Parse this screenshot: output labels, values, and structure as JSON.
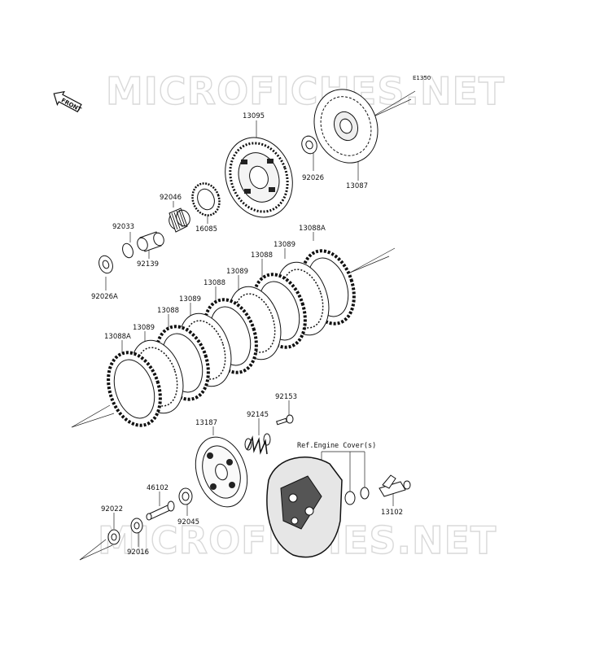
{
  "diagram": {
    "watermarks": [
      "MICROFICHES.NET",
      "MICROFICHES.NET"
    ],
    "front_label": "FRONT",
    "ref_label": "Ref.Engine Cover(s)",
    "callouts": [
      {
        "id": "e1350",
        "text": "E1350"
      },
      {
        "id": "13095",
        "text": "13095"
      },
      {
        "id": "92026",
        "text": "92026"
      },
      {
        "id": "13087",
        "text": "13087"
      },
      {
        "id": "92046",
        "text": "92046"
      },
      {
        "id": "16085",
        "text": "16085"
      },
      {
        "id": "92033",
        "text": "92033"
      },
      {
        "id": "92139",
        "text": "92139"
      },
      {
        "id": "92026a",
        "text": "92026A"
      },
      {
        "id": "13088a-top",
        "text": "13088A"
      },
      {
        "id": "13089-1",
        "text": "13089"
      },
      {
        "id": "13088-1",
        "text": "13088"
      },
      {
        "id": "13089-2",
        "text": "13089"
      },
      {
        "id": "13088-2",
        "text": "13088"
      },
      {
        "id": "13089-3",
        "text": "13089"
      },
      {
        "id": "13088-3",
        "text": "13088"
      },
      {
        "id": "13089-4",
        "text": "13089"
      },
      {
        "id": "13088a-bottom",
        "text": "13088A"
      },
      {
        "id": "92153",
        "text": "92153"
      },
      {
        "id": "92145",
        "text": "92145"
      },
      {
        "id": "13187",
        "text": "13187"
      },
      {
        "id": "46102",
        "text": "46102"
      },
      {
        "id": "92045",
        "text": "92045"
      },
      {
        "id": "92022",
        "text": "92022"
      },
      {
        "id": "92016",
        "text": "92016"
      },
      {
        "id": "13102",
        "text": "13102"
      }
    ]
  }
}
